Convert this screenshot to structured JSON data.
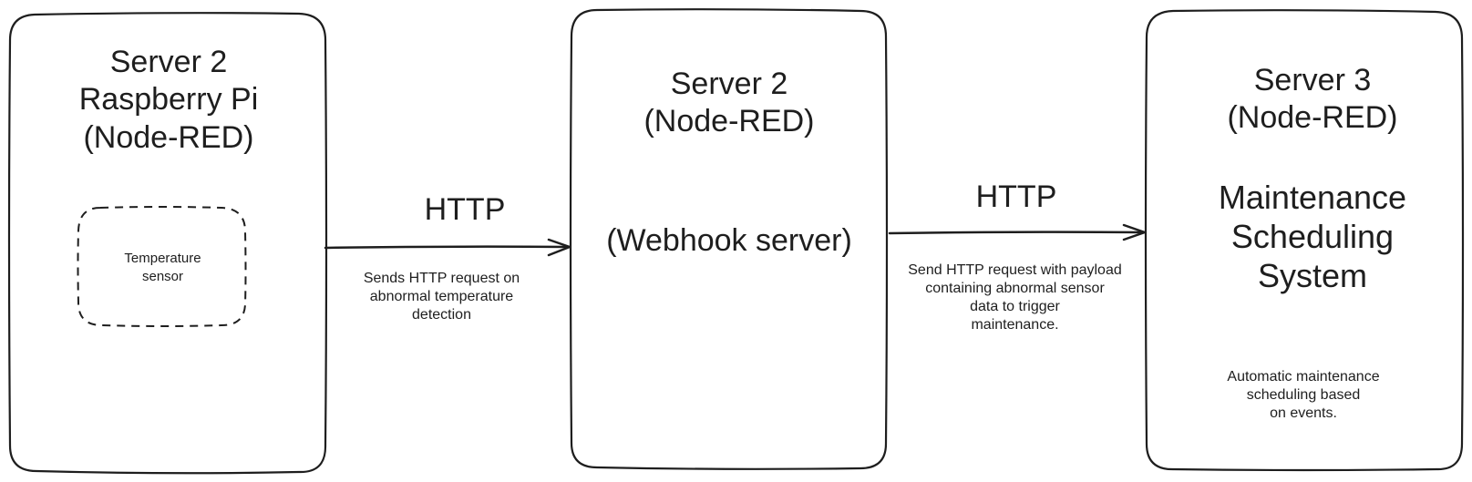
{
  "nodes": {
    "pi": {
      "title": "Server 2\nRaspberry Pi\n(Node-RED)",
      "sensor": {
        "label": "Temperature\nsensor"
      }
    },
    "webhook": {
      "title": "Server 2\n(Node-RED)",
      "subtitle": "(Webhook server)"
    },
    "maintenance": {
      "title": "Server 3\n(Node-RED)",
      "subtitle": "Maintenance\nScheduling\nSystem",
      "description": "Automatic maintenance\nscheduling based\non events."
    }
  },
  "edges": [
    {
      "from": "pi",
      "to": "webhook",
      "label": "HTTP",
      "description": "Sends HTTP request on\nabnormal temperature\ndetection"
    },
    {
      "from": "webhook",
      "to": "maintenance",
      "label": "HTTP",
      "description": "Send HTTP request with payload\ncontaining abnormal sensor\ndata to trigger\nmaintenance."
    }
  ],
  "colors": {
    "stroke": "#1e1e1e",
    "background": "#ffffff"
  }
}
